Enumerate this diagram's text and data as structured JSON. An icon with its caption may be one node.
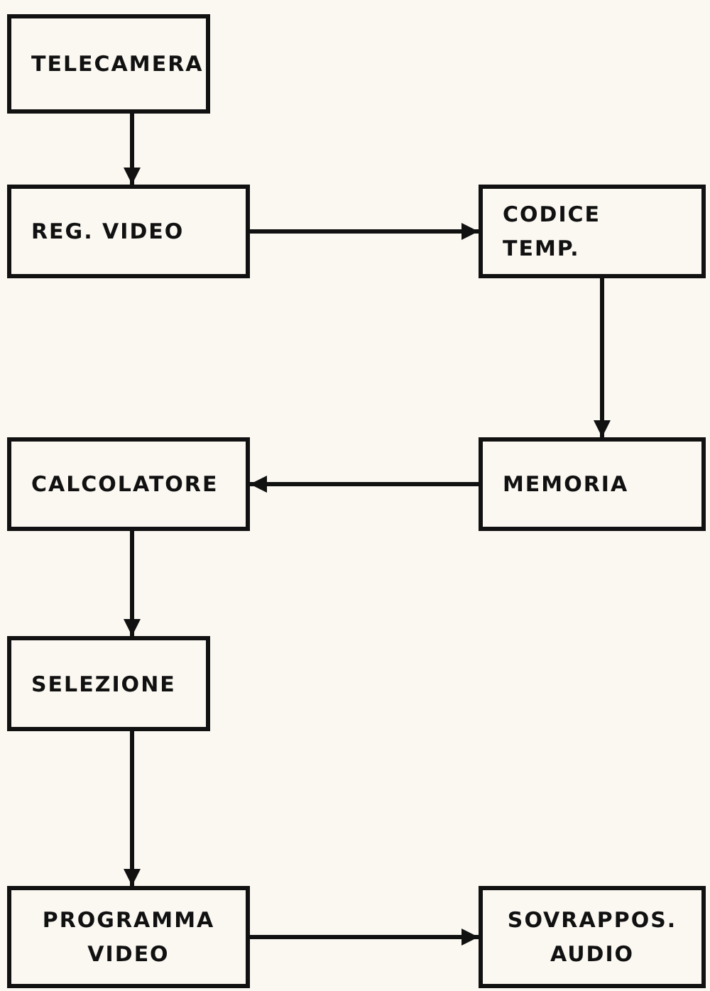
{
  "diagram": {
    "nodes": [
      {
        "text": [
          "TELECAMERA"
        ]
      },
      {
        "text": [
          "REG. VIDEO"
        ]
      },
      {
        "text": [
          "CODICE TEMP."
        ]
      },
      {
        "text": [
          "CALCOLATORE"
        ]
      },
      {
        "text": [
          "MEMORIA"
        ]
      },
      {
        "text": [
          "SELEZIONE"
        ]
      },
      {
        "text": [
          "PROGRAMMA VIDEO"
        ]
      },
      {
        "text": [
          "SOVRAPPOS. AUDIO"
        ]
      }
    ],
    "edges": [
      {
        "from": 0,
        "to": 1,
        "arrow": "to"
      },
      {
        "from": 1,
        "to": 2,
        "arrow": "to"
      },
      {
        "from": 2,
        "to": 4,
        "arrow": "to"
      },
      {
        "from": 4,
        "to": 3,
        "arrow": "to"
      },
      {
        "from": 3,
        "to": 5,
        "arrow": "to"
      },
      {
        "from": 5,
        "to": 6,
        "arrow": "to"
      },
      {
        "from": 6,
        "to": 7,
        "arrow": "to"
      }
    ]
  }
}
